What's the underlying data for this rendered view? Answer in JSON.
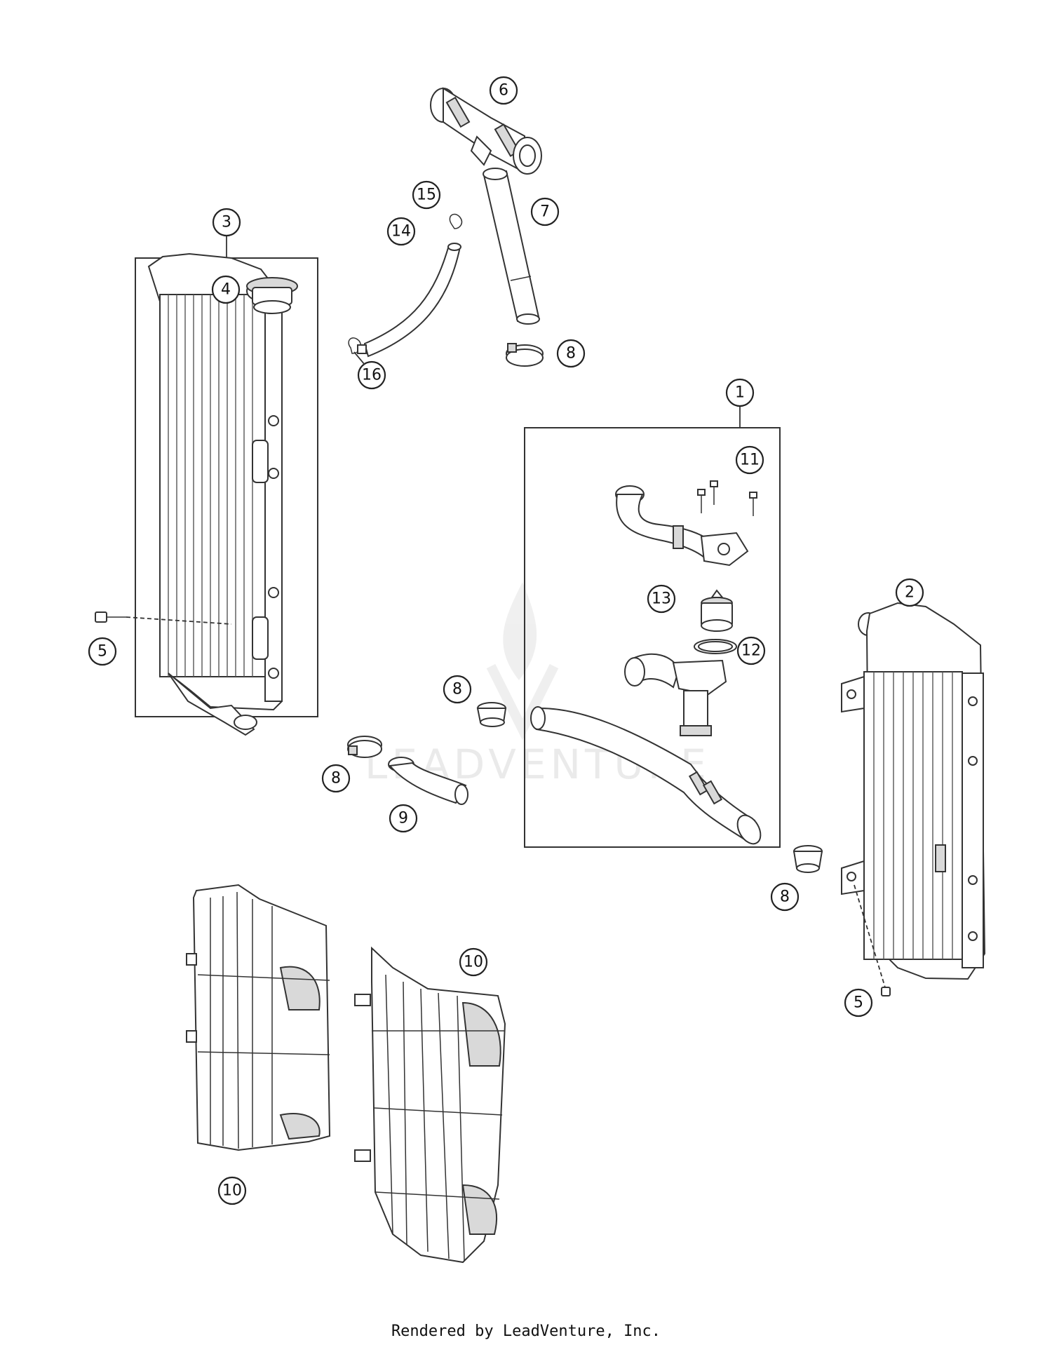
{
  "watermark": "LEADVENTURE",
  "footer": "Rendered by LeadVenture, Inc.",
  "callouts": {
    "c1": "1",
    "c2": "2",
    "c3": "3",
    "c4": "4",
    "c5a": "5",
    "c5b": "5",
    "c6": "6",
    "c7": "7",
    "c8a": "8",
    "c8b": "8",
    "c8c": "8",
    "c8d": "8",
    "c9": "9",
    "c10a": "10",
    "c10b": "10",
    "c11": "11",
    "c12": "12",
    "c13": "13",
    "c14": "14",
    "c15": "15",
    "c16": "16"
  }
}
